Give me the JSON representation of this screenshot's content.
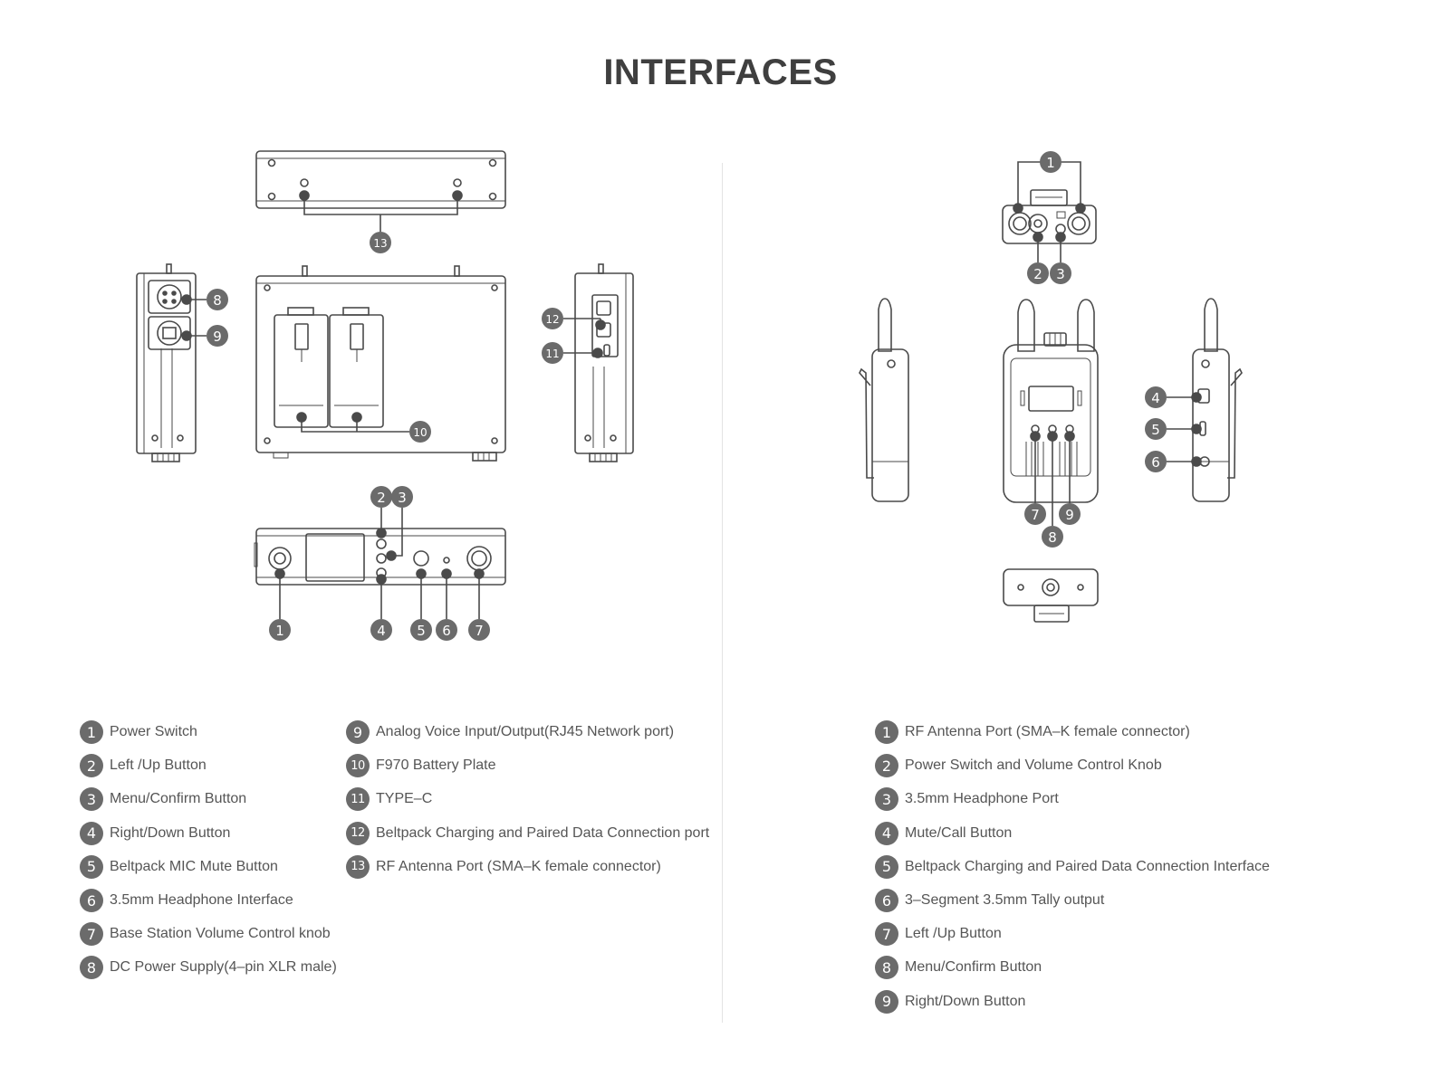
{
  "title": "INTERFACES",
  "colors": {
    "badge": "#6b6b6b",
    "line": "#4a4a4a",
    "text": "#555555"
  },
  "base_station": {
    "callouts": [
      "1",
      "2",
      "3",
      "4",
      "5",
      "6",
      "7",
      "8",
      "9",
      "10",
      "11",
      "12",
      "13"
    ],
    "legend": [
      {
        "num": "1",
        "label": "Power Switch"
      },
      {
        "num": "2",
        "label": "Left /Up Button"
      },
      {
        "num": "3",
        "label": "Menu/Confirm Button"
      },
      {
        "num": "4",
        "label": "Right/Down Button"
      },
      {
        "num": "5",
        "label": "Beltpack MIC Mute Button"
      },
      {
        "num": "6",
        "label": "3.5mm Headphone Interface"
      },
      {
        "num": "7",
        "label": "Base Station Volume Control knob"
      },
      {
        "num": "8",
        "label": "DC Power Supply(4–pin XLR male)"
      },
      {
        "num": "9",
        "label": "Analog Voice Input/Output(RJ45 Network port)"
      },
      {
        "num": "10",
        "label": "F970 Battery Plate"
      },
      {
        "num": "11",
        "label": "TYPE–C"
      },
      {
        "num": "12",
        "label": "Beltpack Charging and Paired Data Connection port"
      },
      {
        "num": "13",
        "label": "RF Antenna Port (SMA–K female connector)"
      }
    ]
  },
  "beltpack": {
    "callouts": [
      "1",
      "2",
      "3",
      "4",
      "5",
      "6",
      "7",
      "8",
      "9"
    ],
    "legend": [
      {
        "num": "1",
        "label": "RF Antenna Port (SMA–K female connector)"
      },
      {
        "num": "2",
        "label": "Power Switch and Volume Control Knob"
      },
      {
        "num": "3",
        "label": "3.5mm Headphone Port"
      },
      {
        "num": "4",
        "label": "Mute/Call Button"
      },
      {
        "num": "5",
        "label": "Beltpack Charging and Paired Data Connection Interface"
      },
      {
        "num": "6",
        "label": "3–Segment 3.5mm Tally output"
      },
      {
        "num": "7",
        "label": "Left /Up Button"
      },
      {
        "num": "8",
        "label": "Menu/Confirm Button"
      },
      {
        "num": "9",
        "label": "Right/Down Button"
      }
    ]
  }
}
